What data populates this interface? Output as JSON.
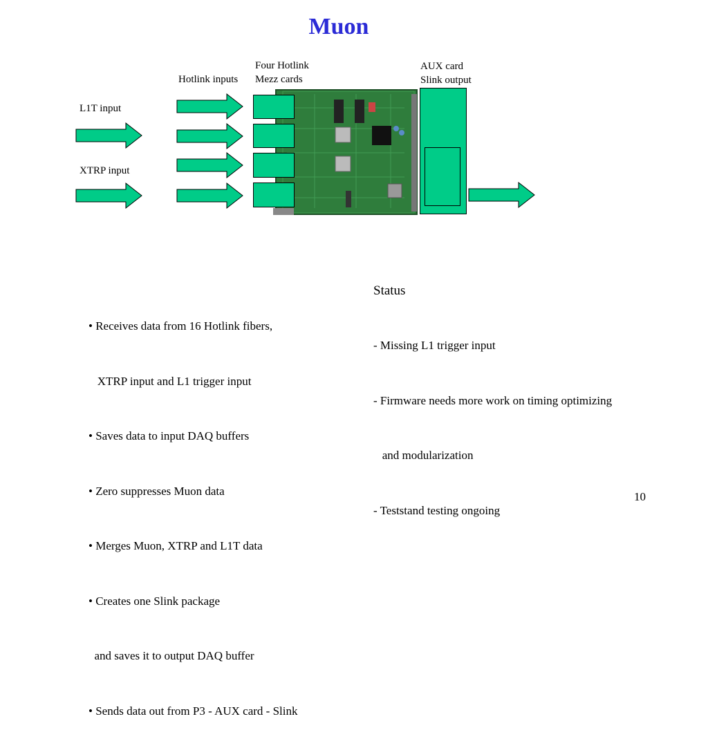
{
  "slide": {
    "title": "Muon",
    "page_number": "10"
  },
  "diagram": {
    "label_l1t": "L1T input",
    "label_xtrp": "XTRP input",
    "label_hotlink_inputs": "Hotlink inputs",
    "label_mezz_line1": "Four Hotlink",
    "label_mezz_line2": "Mezz cards",
    "label_aux_line1": "AUX card",
    "label_aux_line2": "Slink output",
    "colors": {
      "arrow_fill": "#00cc88",
      "card_fill": "#00cc88",
      "pcb": "#2f7d3c"
    }
  },
  "features": {
    "items": [
      "• Receives data from 16 Hotlink fibers,",
      "   XTRP input and L1 trigger input",
      "• Saves data to input DAQ buffers",
      "• Zero suppresses Muon data",
      "• Merges Muon, XTRP and L1T data",
      "• Creates one Slink package",
      "  and saves it to output DAQ buffer",
      "• Sends data out from P3 - AUX card - Slink"
    ]
  },
  "status": {
    "heading": "Status",
    "items": [
      "- Missing L1 trigger input",
      "- Firmware needs more work on timing optimizing",
      "   and modularization",
      "- Teststand testing ongoing"
    ]
  }
}
